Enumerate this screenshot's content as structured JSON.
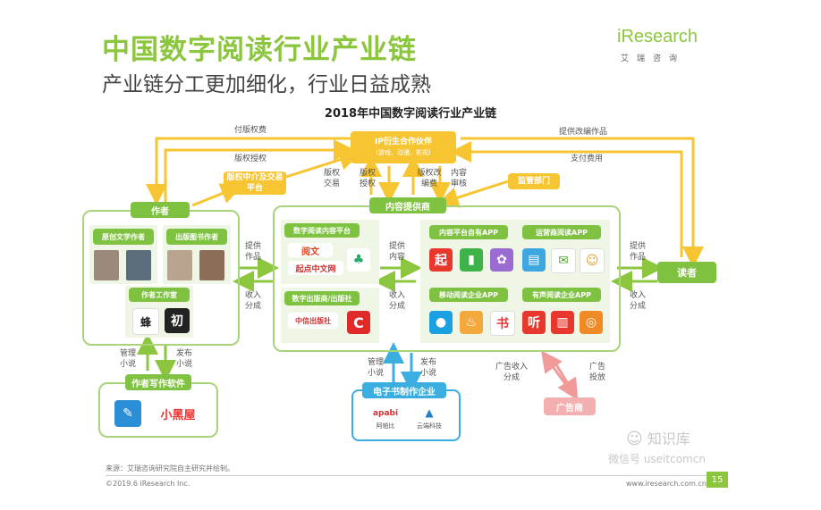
{
  "header": {
    "title": "中国数字阅读行业产业链",
    "subtitle": "产业链分工更加细化，行业日益成熟",
    "logo": "iResearch",
    "logo_sub": "艾瑞咨询"
  },
  "diagram": {
    "title": "2018年中国数字阅读行业产业链",
    "ip_box": {
      "title": "IP衍生合作伙伴",
      "sub": "(游戏、动漫、影视)"
    },
    "copyright_agency": "版权中介及交易平台",
    "regulator": "监管部门",
    "content_provider": "内容提供商",
    "author": "作者",
    "original_writer": "原创文学作者",
    "published_author": "出版图书作者",
    "author_studio": "作者工作室",
    "writing_software": "作者写作软件",
    "digital_platform": "数字阅读内容平台",
    "publishers": "数字出版商/出版社",
    "own_apps": "内容平台自有APP",
    "operator_apps": "运营商阅读APP",
    "mobile_apps": "移动阅读企业APP",
    "audio_apps": "有声阅读企业APP",
    "ebook_maker": "电子书制作企业",
    "advertiser": "广告商",
    "reader": "读者",
    "edge_labels": {
      "pay_royalty": "付版权费",
      "copyright_license": "版权授权",
      "ip_trade": "版权交易",
      "ip_license": "版权授权",
      "ip_fee": "版权改编费",
      "content_review": "内容审核",
      "provide_adapted": "提供改编作品",
      "pay_fee": "支付费用",
      "provide_works": "提供作品",
      "revenue_share": "收入分成",
      "provide_content": "提供内容",
      "revenue_share_2": "收入分成",
      "provide_works_2": "提供作品",
      "revenue_share_3": "收入分成",
      "manage_novel": "管理小说",
      "publish_novel": "发布小说",
      "manage_novel_2": "管理小说",
      "publish_novel_2": "发布小说",
      "ad_revenue": "广告收入分成",
      "ad_placement": "广告投放"
    },
    "logos": {
      "qidian": "起点中文网",
      "xiaoheiwu": "小黑屋",
      "apabi": "apabi",
      "apabi_cn": "阿帕比",
      "yunding": "云端科技",
      "citic": "中信出版社"
    }
  },
  "footer": {
    "source": "来源：艾瑞咨询研究院自主研究并绘制。",
    "copyright": "©2019.6 iResearch Inc.",
    "site": "www.iresearch.com.cn",
    "page": "15",
    "watermark": "知识库",
    "watermark_sub": "微信号 useitcomcn"
  },
  "colors": {
    "green": "#7fc241",
    "yellow": "#f6c531",
    "blue": "#3aaee0",
    "pink": "#f09a9a"
  }
}
